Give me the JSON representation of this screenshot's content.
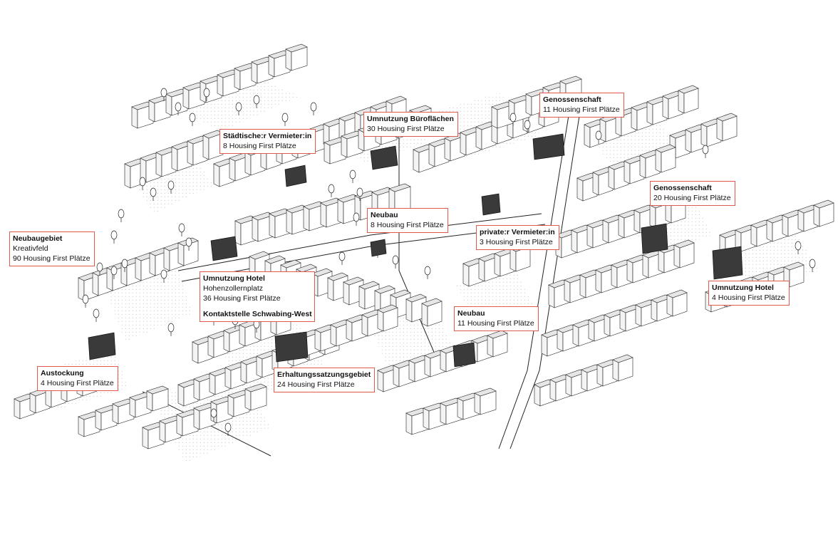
{
  "colors": {
    "label_border": "#e05a4e",
    "building_fill": "#ffffff",
    "building_stroke": "#222222",
    "roof_shade": "#e6e6e6",
    "highlight": "#3a3a3a"
  },
  "labels": [
    {
      "id": "staedtisch",
      "title": "Städtische:r Vermieter:in",
      "count": "8 Housing First Plätze"
    },
    {
      "id": "buero",
      "title": "Umnutzung Büroflächen",
      "count": "30 Housing First Plätze"
    },
    {
      "id": "geno11",
      "title": "Genossenschaft",
      "count": "11 Housing First Plätze"
    },
    {
      "id": "geno20",
      "title": "Genossenschaft",
      "count": "20 Housing First Plätze"
    },
    {
      "id": "neubau8",
      "title": "Neubau",
      "count": "8 Housing First Plätze"
    },
    {
      "id": "privat",
      "title": "private:r Vermieter:in",
      "count": "3 Housing First Plätze"
    },
    {
      "id": "neubaugebiet",
      "title": "Neubaugebiet",
      "subtitle": "Kreativfeld",
      "count": "90 Housing First Plätze"
    },
    {
      "id": "hotel36",
      "title": "Umnutzung Hotel",
      "subtitle": "Hohenzollernplatz",
      "count": "36 Housing First Plätze",
      "contact": "Kontaktstelle Schwabing-West"
    },
    {
      "id": "hotel4",
      "title": "Umnutzung Hotel",
      "count": "4 Housing First Plätze"
    },
    {
      "id": "neubau11",
      "title": "Neubau",
      "count": "11 Housing First Plätze"
    },
    {
      "id": "austockung",
      "title": "Austockung",
      "count": "4 Housing First Plätze"
    },
    {
      "id": "erhaltung",
      "title": "Erhaltungssatzungsgebiet",
      "count": "24 Housing First Plätze"
    }
  ]
}
